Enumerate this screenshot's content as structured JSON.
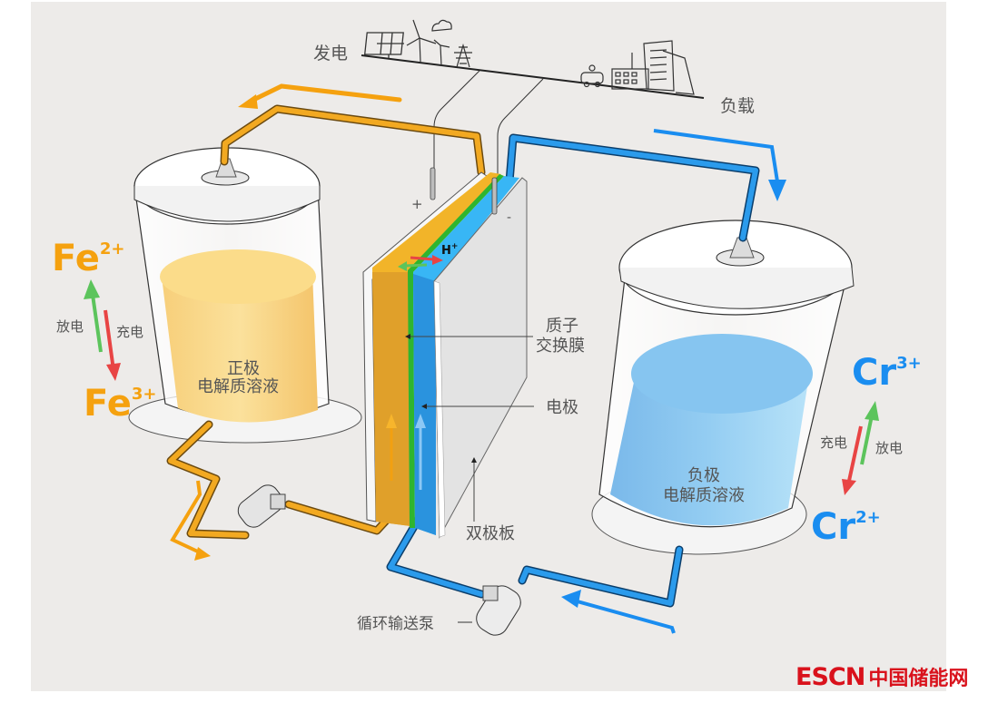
{
  "title": "铁-铬液流电池工作原理",
  "labels": {
    "generation": "发电",
    "load": "负载",
    "positive_terminal": "+",
    "negative_terminal": "-",
    "proton": "H",
    "proton_sup": "+",
    "membrane_line1": "质子",
    "membrane_line2": "交换膜",
    "electrode": "电极",
    "bipolar_plate": "双极板",
    "pump": "循环输送泵",
    "pos_tank_line1": "正极",
    "pos_tank_line2": "电解质溶液",
    "neg_tank_line1": "负极",
    "neg_tank_line2": "电解质溶液"
  },
  "left_reaction": {
    "top_ion": "Fe",
    "top_charge": "2+",
    "bottom_ion": "Fe",
    "bottom_charge": "3+",
    "up_arrow_label": "放电",
    "down_arrow_label": "充电"
  },
  "right_reaction": {
    "top_ion": "Cr",
    "top_charge": "3+",
    "bottom_ion": "Cr",
    "bottom_charge": "2+",
    "up_arrow_label": "放电",
    "down_arrow_label": "充电"
  },
  "logo": {
    "en": "ESCN",
    "cn": "中国储能网"
  },
  "icons": [
    "solar-panel-icon",
    "wind-turbine-icon",
    "power-tower-icon",
    "cloud-icon",
    "car-icon",
    "factory-icon",
    "building-icon"
  ],
  "colors": {
    "positive": "#f5a10f",
    "negative": "#1a8df0",
    "membrane": "#2fb52f",
    "discharge_arrow": "#5cc45c",
    "charge_arrow": "#e84444",
    "logo": "#d9121c",
    "background": "#edebe9"
  }
}
